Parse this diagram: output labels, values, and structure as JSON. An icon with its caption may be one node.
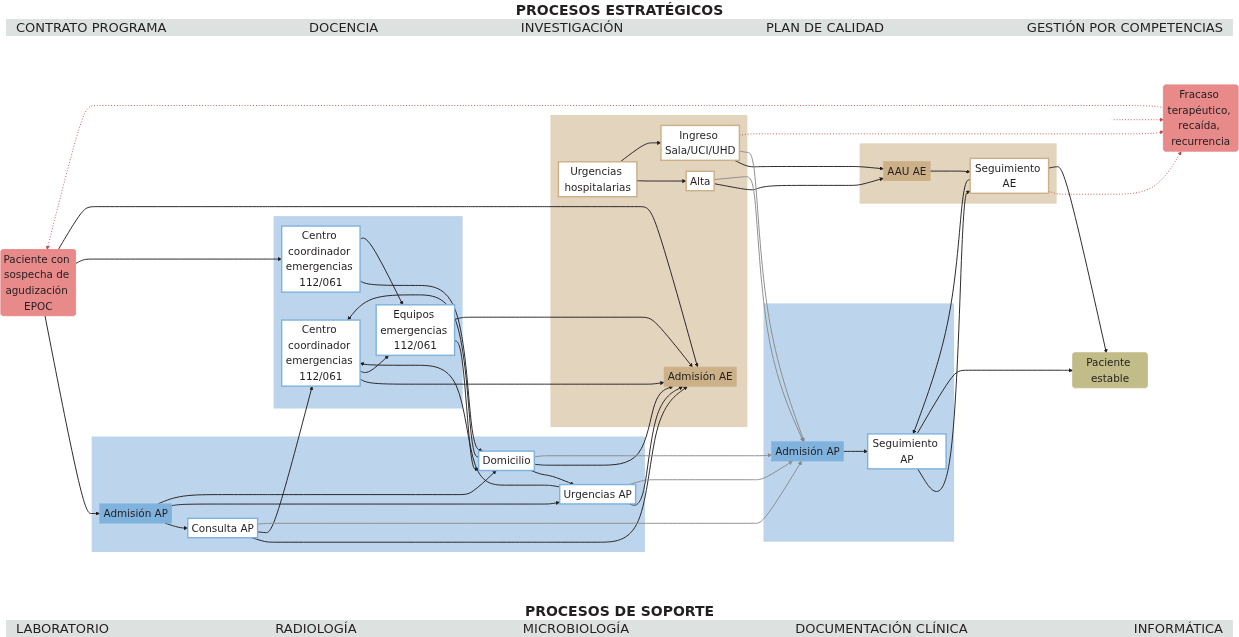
{
  "diagram": {
    "nodes": [
      {
        "text": [
          "Paciente con sospecha de agudización EPOC"
        ]
      },
      {
        "text": [],
        "shape": "box"
      },
      {
        "text": [
          "Admisión AP"
        ],
        "in": 1
      },
      {
        "text": [
          "Consulta AP"
        ],
        "in": 1
      },
      {
        "text": [
          "Urgencias AP"
        ],
        "in": 1
      },
      {
        "text": [
          "Domicilio"
        ],
        "in": 1
      },
      {
        "text": [],
        "shape": "box"
      },
      {
        "text": [
          "Centro coordinador emergencias 112/061"
        ],
        "in": 6
      },
      {
        "text": [
          "Centro coordinador emergencias 112/061"
        ],
        "in": 6
      },
      {
        "text": [
          "Equipos emergencias 112/061"
        ],
        "in": 6
      },
      {
        "text": [],
        "shape": "box"
      },
      {
        "text": [
          "Admisión AE"
        ],
        "in": 10
      },
      {
        "text": [
          "Alta"
        ],
        "in": 10
      },
      {
        "text": [
          "Urgencias hospitalarias"
        ],
        "in": 10
      },
      {
        "text": [
          "Ingreso Sala/UCI/UHD"
        ],
        "in": 10
      },
      {
        "text": [
          "Fracaso terapéutico, recaída, recurrencia"
        ]
      },
      {
        "text": [],
        "shape": "box"
      },
      {
        "text": [
          "Admisión AP"
        ],
        "in": 16
      },
      {
        "text": [
          "Seguimiento AP"
        ],
        "in": 16
      },
      {
        "text": [],
        "shape": "box"
      },
      {
        "text": [
          "AAU AE"
        ],
        "in": 19
      },
      {
        "text": [
          "Seguimiento AE"
        ],
        "in": 19
      },
      {
        "text": [
          "Paciente estable"
        ]
      }
    ],
    "edges": [
      {
        "from": 0,
        "to": 2,
        "arrow": "to"
      },
      {
        "from": 0,
        "to": 7,
        "arrow": "to"
      },
      {
        "from": 0,
        "to": 11,
        "arrow": "to"
      },
      {
        "from": 2,
        "to": 3,
        "arrow": "to"
      },
      {
        "from": 2,
        "to": 4,
        "arrow": "to"
      },
      {
        "from": 2,
        "to": 5,
        "arrow": "to"
      },
      {
        "from": 5,
        "to": 4,
        "arrow": "to"
      },
      {
        "from": 3,
        "to": 11,
        "arrow": "to"
      },
      {
        "from": 3,
        "to": 8,
        "arrow": "to"
      },
      {
        "from": 3,
        "to": 17,
        "arrow": "to",
        "color": "#8a8a8a"
      },
      {
        "from": 4,
        "to": 11,
        "arrow": "to"
      },
      {
        "from": 4,
        "to": 8,
        "arrow": "to"
      },
      {
        "from": 4,
        "to": 17,
        "arrow": "to",
        "color": "#8a8a8a"
      },
      {
        "from": 5,
        "to": 11,
        "arrow": "to"
      },
      {
        "from": 5,
        "to": 8,
        "arrow": "to"
      },
      {
        "from": 5,
        "to": 17,
        "arrow": "to",
        "color": "#8a8a8a"
      },
      {
        "from": 7,
        "to": 5,
        "arrow": "to"
      },
      {
        "from": 7,
        "to": 9,
        "arrow": "to"
      },
      {
        "from": 9,
        "to": 5,
        "arrow": "to"
      },
      {
        "from": 8,
        "to": 11,
        "arrow": "to"
      },
      {
        "from": 8,
        "to": 9,
        "arrow": "to"
      },
      {
        "from": 9,
        "to": 11,
        "arrow": "to"
      },
      {
        "from": 13,
        "to": 12,
        "arrow": "to"
      },
      {
        "from": 13,
        "to": 14,
        "arrow": "to"
      },
      {
        "from": 12,
        "to": 20,
        "arrow": "to"
      },
      {
        "from": 12,
        "to": 17,
        "arrow": "to",
        "color": "#8a8a8a"
      },
      {
        "from": 14,
        "to": 20,
        "arrow": "to"
      },
      {
        "from": 14,
        "to": 17,
        "arrow": "to",
        "color": "#8a8a8a"
      },
      {
        "from": 14,
        "to": 15,
        "arrow": "to",
        "style": "dashed",
        "color": "#c0504d"
      },
      {
        "from": null,
        "to": 15,
        "arrow": "to",
        "style": "dashed",
        "color": "#c0504d"
      },
      {
        "from": 21,
        "to": 15,
        "arrow": "to",
        "style": "dashed",
        "color": "#c0504d"
      },
      {
        "from": 15,
        "to": 0,
        "arrow": "to",
        "style": "dashed",
        "color": "#c0504d"
      },
      {
        "from": 17,
        "to": 18,
        "arrow": "to"
      },
      {
        "from": 20,
        "to": 21,
        "arrow": "to"
      },
      {
        "from": 18,
        "to": 21,
        "arrow": "to"
      },
      {
        "from": 21,
        "to": 18,
        "arrow": "to"
      },
      {
        "from": 18,
        "to": 22,
        "arrow": "to"
      },
      {
        "from": 21,
        "to": 22,
        "arrow": "to"
      }
    ],
    "labels": [
      "PROCESOS ESTRATÉGICOS",
      "CONTRATO PROGRAMA",
      "DOCENCIA",
      "INVESTIGACIÓN",
      "PLAN DE CALIDAD",
      "GESTIÓN POR COMPETENCIAS",
      "PROCESOS DE SOPORTE",
      "LABORATORIO",
      "RADIOLOGÍA",
      "MICROBIOLOGÍA",
      "DOCUMENTACIÓN CLÍNICA",
      "INFORMÁTICA"
    ]
  }
}
